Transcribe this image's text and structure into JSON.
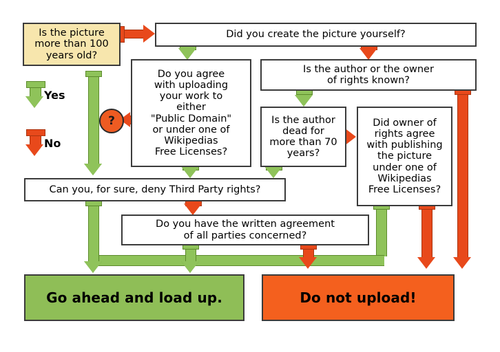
{
  "diagram": {
    "title": "Wikipedia image upload decision flowchart",
    "colors": {
      "yes_green": "#8fc35a",
      "no_red": "#e8491b",
      "start_box_fill": "#f7e6ad",
      "go_box_fill": "#8fbe57",
      "stop_box_fill": "#f4601e",
      "box_border": "#3b3b3b",
      "background": "#ffffff"
    },
    "legend": {
      "yes": {
        "label": "Yes",
        "color": "#8fc35a",
        "icon": "down-arrow-icon"
      },
      "no": {
        "label": "No",
        "color": "#e8491b",
        "icon": "down-arrow-icon"
      }
    },
    "marker": {
      "question": "?"
    },
    "nodes": {
      "start": {
        "text": "Is the picture\nmore than 100\nyears old?",
        "kind": "start"
      },
      "created_yourself": {
        "text": "Did you create the picture yourself?",
        "kind": "decision"
      },
      "agree_upload": {
        "text": "Do you agree\nwith uploading\nyour work to\neither\n\"Public Domain\"\nor under one of\nWikipedias\nFree Licenses?",
        "kind": "decision"
      },
      "author_known": {
        "text": "Is the author or the owner\nof rights known?",
        "kind": "decision"
      },
      "author_dead": {
        "text": "Is the author\ndead for\nmore than 70\nyears?",
        "kind": "decision"
      },
      "owner_agree": {
        "text": "Did owner of\nrights agree\nwith publishing\nthe picture\nunder one of\nWikipedias\nFree Licenses?",
        "kind": "decision"
      },
      "third_party": {
        "text": "Can you, for sure, deny Third Party rights?",
        "kind": "decision"
      },
      "written_agreement": {
        "text": "Do you have the written agreement\nof all parties concerned?",
        "kind": "decision"
      },
      "go_ahead": {
        "text": "Go ahead and load up.",
        "kind": "terminal-go"
      },
      "do_not_upload": {
        "text": "Do not upload!",
        "kind": "terminal-stop"
      }
    },
    "edges": [
      {
        "from": "start",
        "to": "created_yourself",
        "answer": "No"
      },
      {
        "from": "start",
        "to": "third_party",
        "answer": "Yes"
      },
      {
        "from": "created_yourself",
        "to": "agree_upload",
        "answer": "Yes"
      },
      {
        "from": "created_yourself",
        "to": "author_known",
        "answer": "No"
      },
      {
        "from": "agree_upload",
        "to": "third_party",
        "answer": "Yes"
      },
      {
        "from": "agree_upload",
        "to": "do_not_upload",
        "answer": "No"
      },
      {
        "from": "author_known",
        "to": "author_dead",
        "answer": "Yes"
      },
      {
        "from": "author_known",
        "to": "do_not_upload",
        "answer": "No"
      },
      {
        "from": "author_dead",
        "to": "third_party",
        "answer": "Yes"
      },
      {
        "from": "author_dead",
        "to": "owner_agree",
        "answer": "No"
      },
      {
        "from": "owner_agree",
        "to": "go_ahead",
        "answer": "Yes"
      },
      {
        "from": "owner_agree",
        "to": "do_not_upload",
        "answer": "No"
      },
      {
        "from": "third_party",
        "to": "go_ahead",
        "answer": "Yes"
      },
      {
        "from": "third_party",
        "to": "written_agreement",
        "answer": "No"
      },
      {
        "from": "written_agreement",
        "to": "go_ahead",
        "answer": "Yes"
      },
      {
        "from": "written_agreement",
        "to": "do_not_upload",
        "answer": "No"
      }
    ]
  }
}
